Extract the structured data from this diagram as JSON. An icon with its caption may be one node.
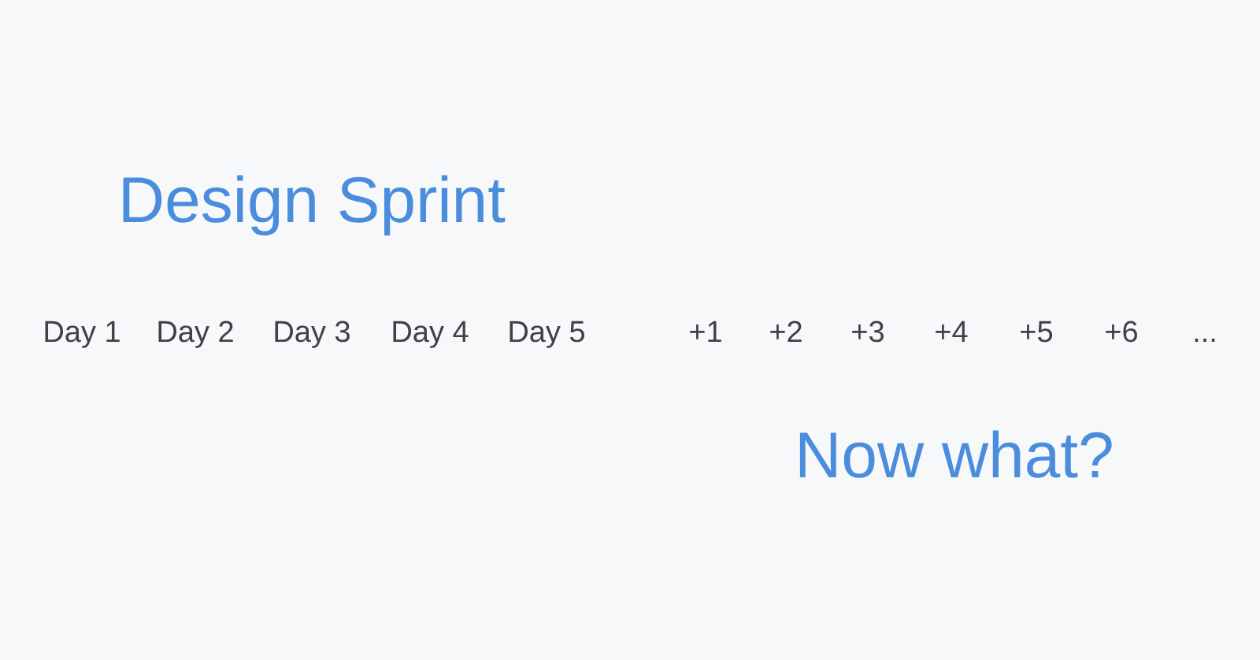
{
  "diagram": {
    "labels": [
      "Design Sprint",
      "Day 1",
      "Day 2",
      "Day 3",
      "Day 4",
      "Day 5",
      "+1",
      "+2",
      "+3",
      "+4",
      "+5",
      "+6",
      "...",
      "Now what?"
    ]
  }
}
